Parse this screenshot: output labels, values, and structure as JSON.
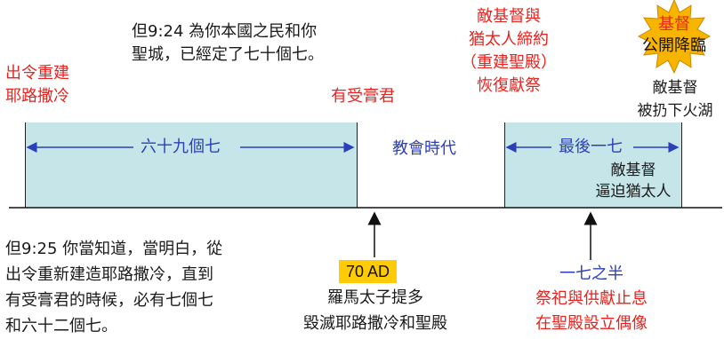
{
  "top_quote": [
    "但9:24 為你本國之民和你",
    "聖城，已經定了七十個七。"
  ],
  "left_top": [
    "出令重建",
    "耶路撒冷"
  ],
  "messiah": "有受膏君",
  "covenant": [
    "敵基督與",
    "猶太人締約",
    "（重建聖殿）",
    "恢復獻祭"
  ],
  "second_coming": {
    "star_text": [
      "基督",
      "公開降臨"
    ],
    "below": [
      "敵基督",
      "被扔下火湖"
    ]
  },
  "segments": {
    "sixty_nine": "六十九個七",
    "church_age": "教會時代",
    "last_seven": "最後一七",
    "persecution": [
      "敵基督",
      "逼迫猶太人"
    ]
  },
  "bottom_quote": [
    "但9:25 你當知道，當明白，從",
    "出令重新建造耶路撒冷，直到",
    "有受膏君的時候，必有七個七",
    "和六十二個七。"
  ],
  "ad70": {
    "badge": "70 AD",
    "lines": [
      "羅馬太子提多",
      "毀滅耶路撒冷和聖殿"
    ]
  },
  "midpoint": {
    "title": "一七之半",
    "lines": [
      "祭祀與供獻止息",
      "在聖殿設立偶像"
    ]
  },
  "colors": {
    "red": "#e8231f",
    "blue": "#2a3fb8",
    "box": "#c6e5e9",
    "badge": "#ffcb05",
    "star": "#f7b500"
  }
}
